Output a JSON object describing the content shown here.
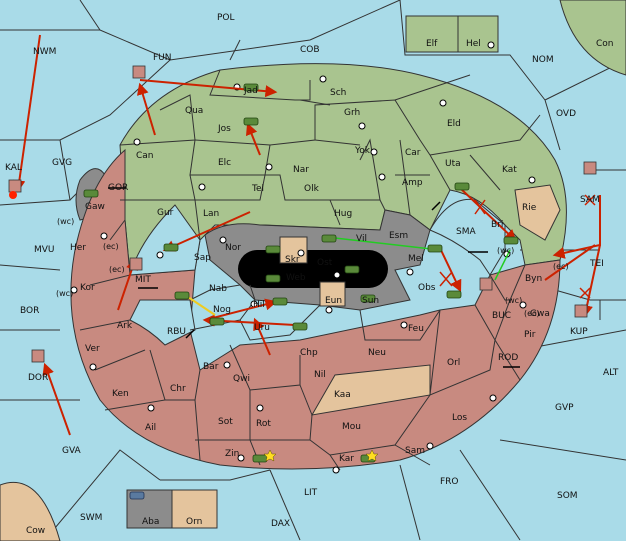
{
  "colors": {
    "sea": "#a9dbe8",
    "green": "#a9c48f",
    "red": "#c88a80",
    "neutral": "#e4c49d",
    "gray": "#8c8c8c",
    "black": "#000000",
    "order": "#cc2200",
    "support": "#22cc22",
    "retreat": "#eecc22"
  },
  "sea_labels": {
    "pol": "POL",
    "cob": "COB",
    "fun": "FUN",
    "nwm": "NWM",
    "nom": "NOM",
    "ovd": "OVD",
    "con": "Con",
    "kal": "KAL",
    "gvg": "GVG",
    "gor": "GOR",
    "mvu": "MVU",
    "mit": "MIT",
    "bor": "BOR",
    "rbu": "RBU",
    "dor": "DOR",
    "sma": "SMA",
    "tei": "TEI",
    "sam": "SAM",
    "buc": "BUC",
    "kup": "KUP",
    "rod": "ROD",
    "alt": "ALT",
    "gvp": "GVP",
    "gva": "GVA",
    "fro": "FRO",
    "som": "SOM",
    "lit": "LIT",
    "swm": "SWM",
    "dax": "DAX",
    "cow": "Cow",
    "wc1": "(wc)",
    "wc2": "(wc)",
    "wc3": "(wc)",
    "wc4": "(wc)",
    "ec1": "(ec)",
    "ec2": "(ec)",
    "ec3": "(ec)",
    "ec4": "(ec)"
  },
  "land_labels": {
    "jad": "Jad",
    "sch": "Sch",
    "qua": "Qua",
    "jos": "Jos",
    "grh": "Grh",
    "can": "Can",
    "eld": "Eld",
    "yok": "Yok",
    "car": "Car",
    "uta": "Uta",
    "kat": "Kat",
    "elc": "Elc",
    "nar": "Nar",
    "tel": "Tel",
    "amp": "Amp",
    "olk": "Olk",
    "gur": "Gur",
    "lan": "Lan",
    "hug": "Hug",
    "bri": "Bri",
    "rie": "Rie",
    "esm": "Esm",
    "vil": "Vil",
    "nor": "Nor",
    "skr": "Skr",
    "ost": "Ost",
    "sap": "Sap",
    "web": "Web",
    "mel": "Mel",
    "byn": "Byn",
    "gaw": "Gaw",
    "her": "Her",
    "kor": "Kor",
    "nab": "Nab",
    "eun": "Eun",
    "sun": "Sun",
    "obs": "Obs",
    "gwa": "Gwa",
    "ark": "Ark",
    "nog": "Nog",
    "hil": "Hil",
    "uru": "Uru",
    "feu": "Feu",
    "pir": "Pir",
    "ver": "Ver",
    "chp": "Chp",
    "neu": "Neu",
    "orl": "Orl",
    "bar": "Bar",
    "qwi": "Qwi",
    "ken": "Ken",
    "chr": "Chr",
    "nil": "Nil",
    "kaa": "Kaa",
    "ail": "Ail",
    "sot": "Sot",
    "rot": "Rot",
    "mou": "Mou",
    "los": "Los",
    "zin": "Zin",
    "kar": "Kar",
    "sam2": "Sam",
    "aba": "Aba",
    "orn": "Orn",
    "elf": "Elf",
    "hel": "Hel"
  }
}
